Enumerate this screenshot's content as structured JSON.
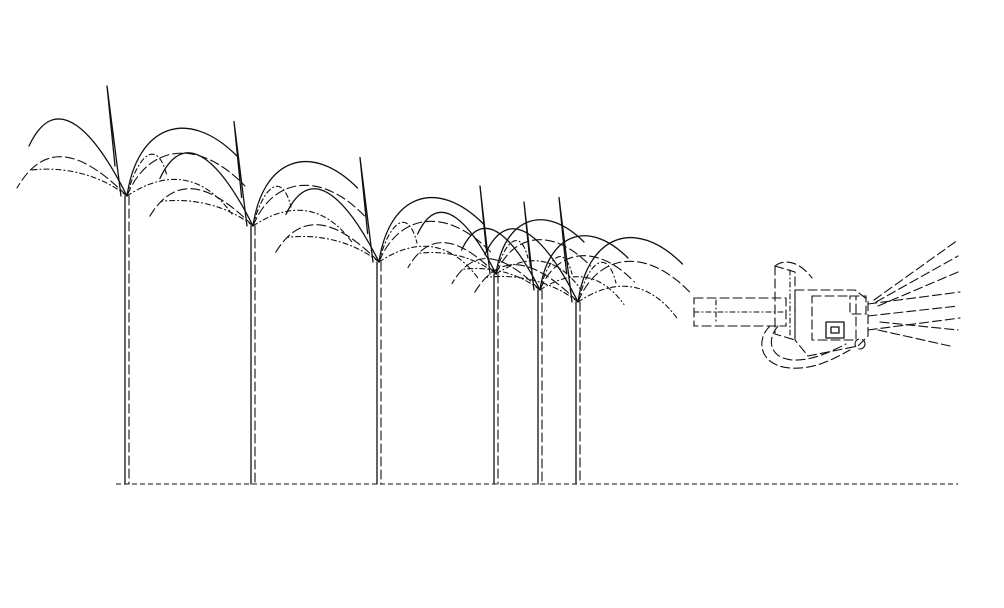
{
  "figure": {
    "background": "#ffffff",
    "line_color": "#111111",
    "plants": [
      {
        "id": "plant-1"
      },
      {
        "id": "plant-2"
      },
      {
        "id": "plant-3"
      },
      {
        "id": "plant-4"
      },
      {
        "id": "plant-5"
      },
      {
        "id": "plant-6"
      }
    ],
    "device": {
      "id": "harvester-head"
    }
  }
}
